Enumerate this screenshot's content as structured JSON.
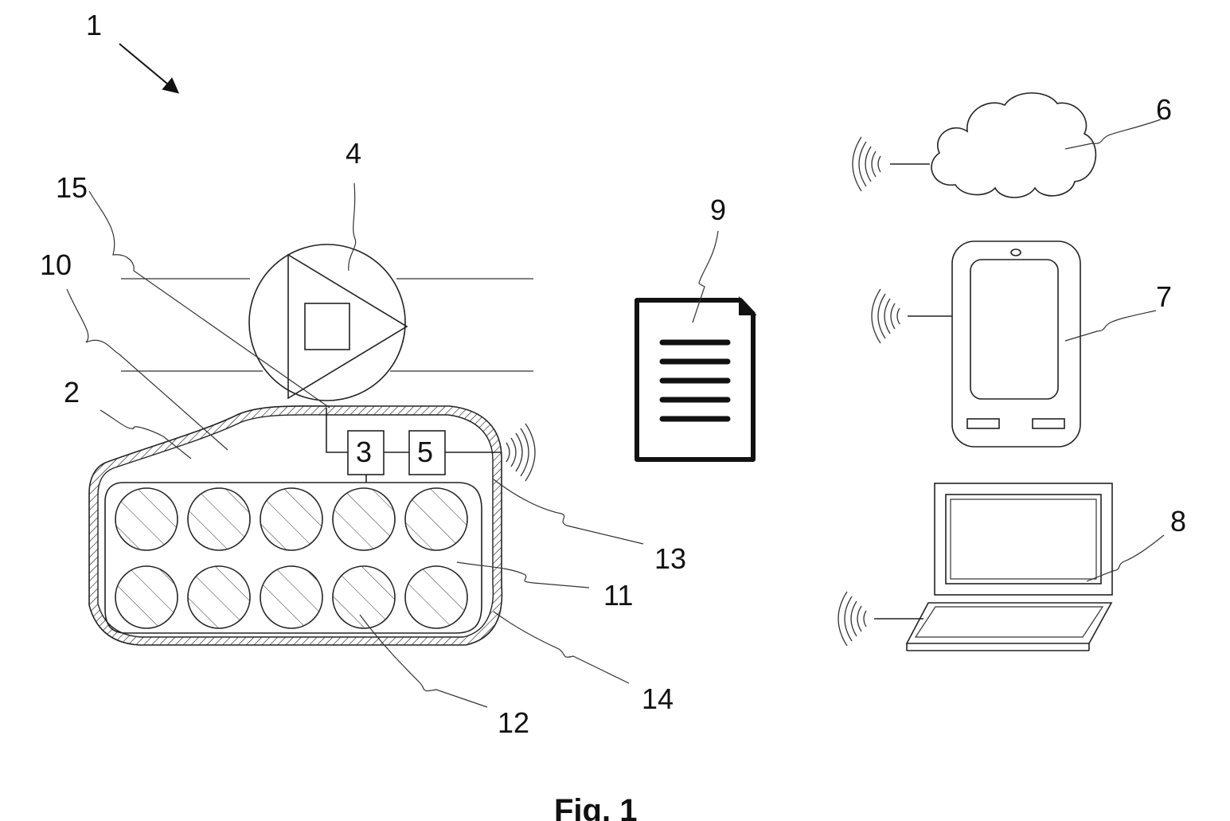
{
  "figure": {
    "caption": "Fig. 1",
    "labels": {
      "system": "1",
      "container": "2",
      "box_3": "3",
      "pump": "4",
      "box_5": "5",
      "cloud": "6",
      "phone": "7",
      "laptop": "8",
      "document": "9",
      "part_10": "10",
      "part_11": "11",
      "part_12": "12",
      "part_13": "13",
      "part_14": "14",
      "part_15": "15"
    }
  }
}
